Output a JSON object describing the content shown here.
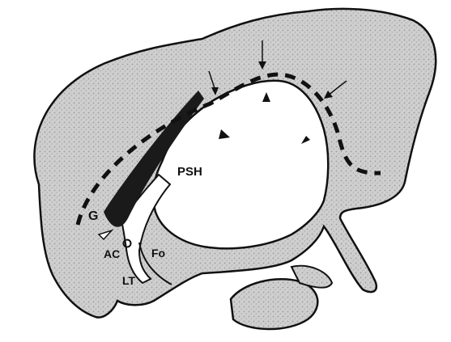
{
  "labels": {
    "psh": "PSH",
    "g": "G",
    "ac": "AC",
    "fo": "Fo",
    "lt": "LT"
  },
  "colors": {
    "tissue_fill": "#cfcfcf",
    "tissue_stipple": "#9a9a9a",
    "outline": "#111111",
    "cavity": "#ffffff",
    "dark_band": "#1a1a1a"
  },
  "icons": {
    "arrow_marker": "arrow-icon",
    "arrowhead_marker": "arrowhead-icon"
  }
}
